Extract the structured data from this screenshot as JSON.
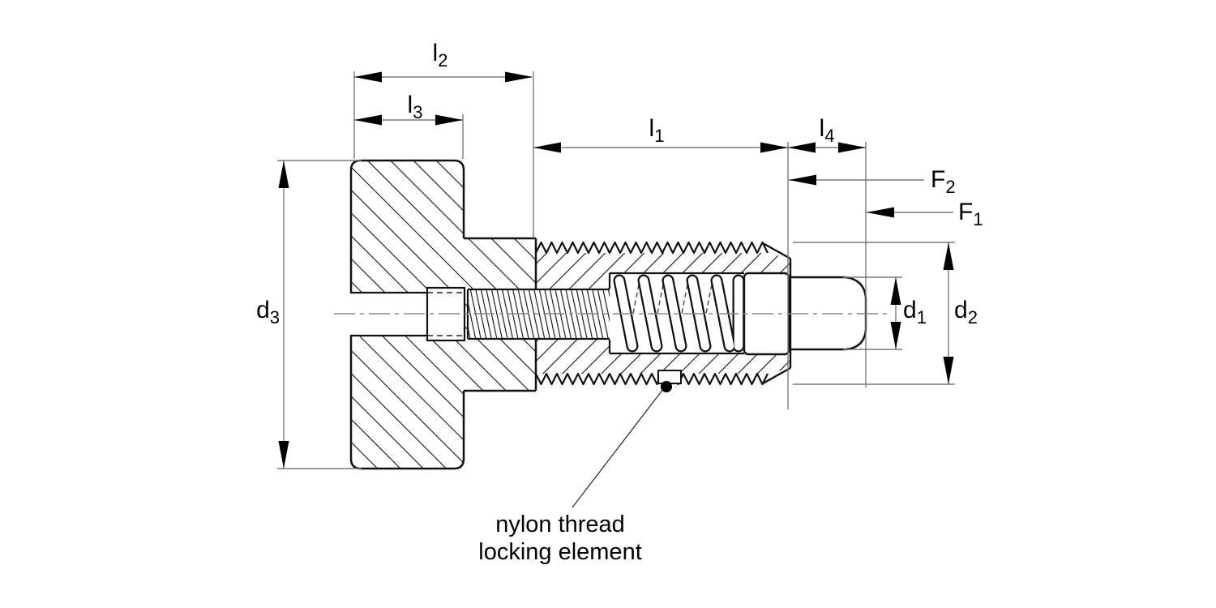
{
  "figure": {
    "annotation": {
      "line1": "nylon thread",
      "line2": "locking element"
    },
    "dimensions": {
      "l2": {
        "base": "l",
        "sub": "2"
      },
      "l3": {
        "base": "l",
        "sub": "3"
      },
      "l1": {
        "base": "l",
        "sub": "1"
      },
      "l4": {
        "base": "l",
        "sub": "4"
      },
      "F2": {
        "base": "F",
        "sub": "2"
      },
      "F1": {
        "base": "F",
        "sub": "1"
      },
      "d3": {
        "base": "d",
        "sub": "3"
      },
      "d1": {
        "base": "d",
        "sub": "1"
      },
      "d2": {
        "base": "d",
        "sub": "2"
      }
    },
    "colors": {
      "background": "#ffffff",
      "part_outline": "#111111",
      "dimension_line": "#7a7a7a",
      "text": "#000000"
    }
  }
}
